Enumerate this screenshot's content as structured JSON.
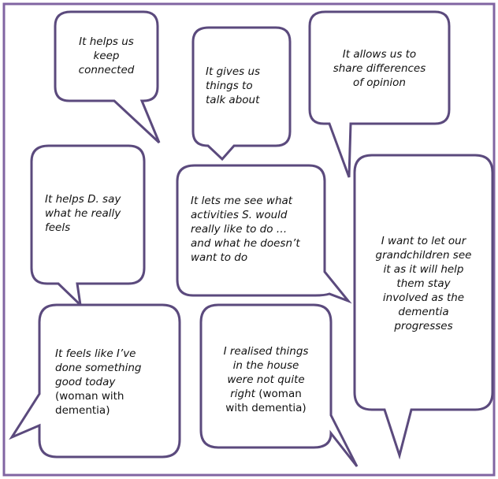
{
  "colors": {
    "frame": "#8064a2",
    "bubble_stroke": "#5b4a7d"
  },
  "bubbles": [
    {
      "lines": [
        "It helps us",
        "keep",
        "connected"
      ]
    },
    {
      "lines": [
        "It gives us",
        "things to",
        "talk about"
      ]
    },
    {
      "lines": [
        "It allows us to",
        "share differences",
        "of opinion"
      ]
    },
    {
      "lines": [
        "It helps D. say",
        "what he really",
        "feels"
      ]
    },
    {
      "lines": [
        "It lets me see what",
        "activities S. would",
        "really like to do …",
        "and what he doesn’t",
        "want to do"
      ]
    },
    {
      "lines": [
        "I want to let our",
        "grandchildren see",
        "it as it will help",
        "them stay",
        "involved as the",
        "dementia",
        "progresses"
      ]
    },
    {
      "lines": [
        "It feels like I’ve",
        "done something",
        "good today"
      ],
      "note": [
        "(woman with",
        "dementia)"
      ]
    },
    {
      "lines": [
        "I realised things",
        "in the house",
        "were not quite",
        "right"
      ],
      "note_inline": " (woman",
      "note": [
        "with dementia)"
      ]
    }
  ]
}
